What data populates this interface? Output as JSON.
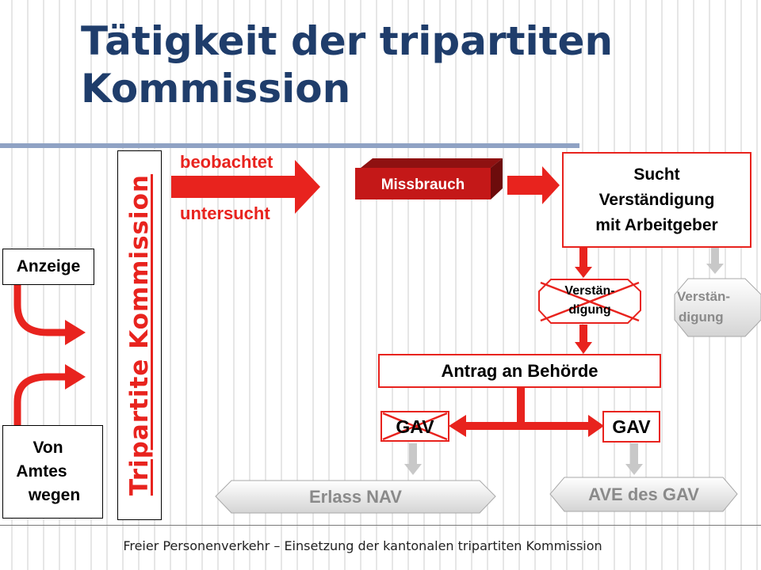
{
  "slide": {
    "title": "Tätigkeit der tripartiten Kommission",
    "footer": "Freier Personenverkehr – Einsetzung der kantonalen tripartiten Kommission"
  },
  "diagram": {
    "commission_label": "Tripartite Kommission",
    "inputs": {
      "anzeige": "Anzeige",
      "von_amtes_wegen": [
        "Von",
        "Amtes",
        "wegen"
      ]
    },
    "actions": {
      "beobachtet": "beobachtet",
      "untersucht": "untersucht"
    },
    "missbrauch": "Missbrauch",
    "sucht_verstaendigung": [
      "Sucht",
      "Verständigung",
      "mit Arbeitgeber"
    ],
    "verstaendigung_failed": [
      "Verstän-",
      "digung"
    ],
    "verstaendigung_success": [
      "Verstän-",
      "digung"
    ],
    "antrag": "Antrag an Behörde",
    "gav_left": "GAV",
    "gav_right": "GAV",
    "erlass_nav": "Erlass NAV",
    "ave_gav": "AVE des GAV",
    "colors": {
      "accent_red": "#e8231e",
      "dark_red": "#b31515",
      "title_blue": "#1f3d6b",
      "grey": "#c8c8c8"
    }
  }
}
